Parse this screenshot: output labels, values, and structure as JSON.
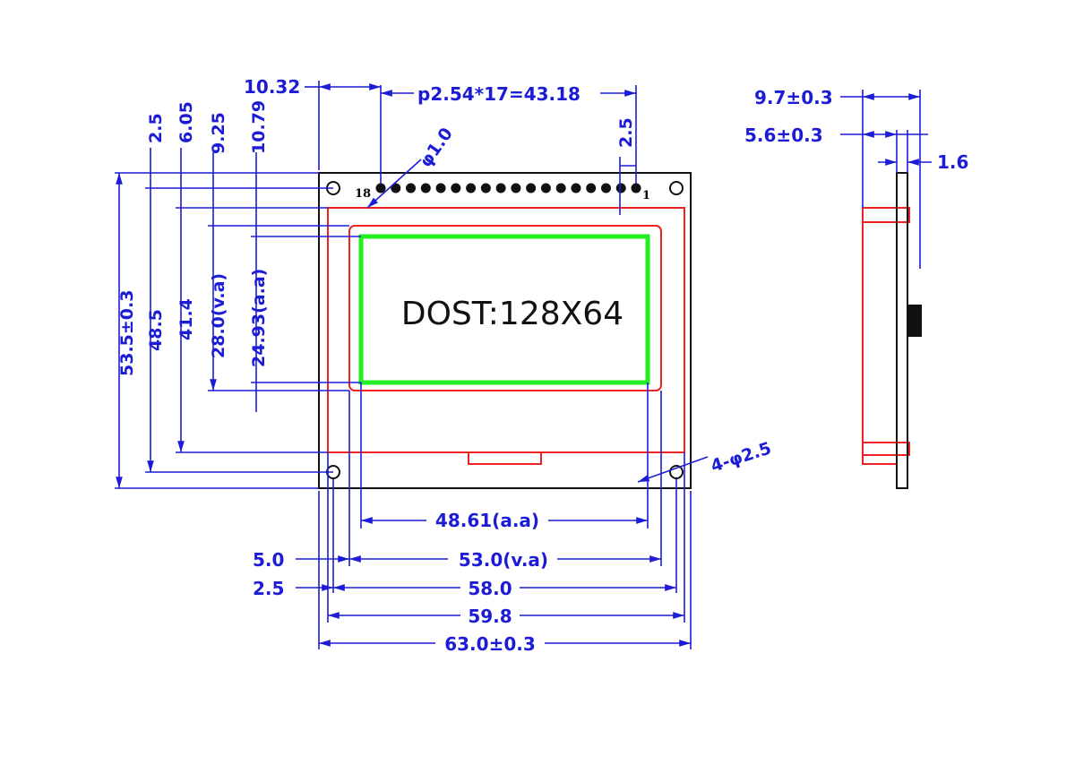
{
  "front_view": {
    "lcd_label": "DOST:128X64",
    "pin_first": "18",
    "pin_last": "1",
    "top_dims": {
      "offset": "10.32",
      "pitch": "p2.54*17=43.18",
      "right_edge": "2.5",
      "pin_hole": "φ1.0"
    },
    "left_dims": {
      "d1": "2.5",
      "d2": "6.05",
      "d3": "9.25",
      "d4": "10.79",
      "height_total": "53.5±0.3",
      "hole_pitch": "48.5",
      "bezel": "41.4",
      "view_area": "28.0(v.a)",
      "active_area": "24.93(a.a)"
    },
    "bottom_dims": {
      "active_area": "48.61(a.a)",
      "view_offset": "5.0",
      "view_area": "53.0(v.a)",
      "hole_offset": "2.5",
      "hole_pitch": "58.0",
      "bezel": "59.8",
      "width_total": "63.0±0.3"
    },
    "mount_holes": "4-φ2.5"
  },
  "side_view": {
    "depth_total": "9.7±0.3",
    "depth_module": "5.6±0.3",
    "pcb_thickness": "1.6"
  },
  "colors": {
    "dimension": "#1c1cd6",
    "outline": "#111111",
    "bezel": "#ee2222",
    "active_area": "#22ee22"
  }
}
